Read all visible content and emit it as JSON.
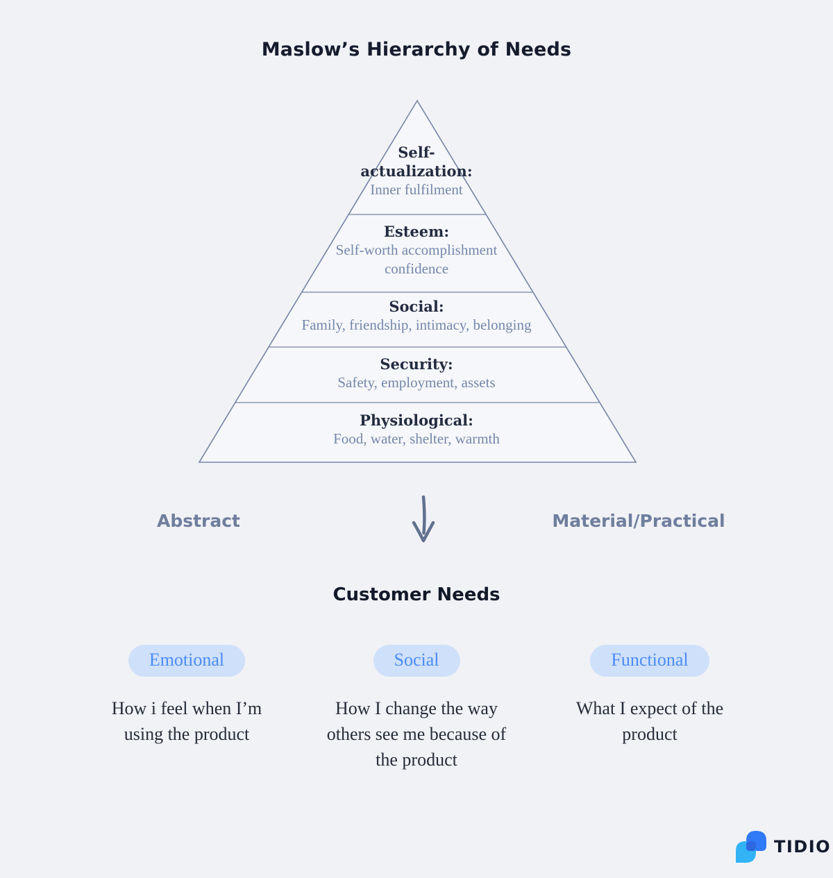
{
  "title": "Maslow’s Hierarchy of Needs",
  "pyramid": {
    "levels": [
      {
        "name": "Self-actualization:",
        "description": "Inner fulfilment"
      },
      {
        "name": "Esteem:",
        "description": "Self-worth accomplishment confidence"
      },
      {
        "name": "Social:",
        "description": "Family, friendship, intimacy, belonging"
      },
      {
        "name": "Security:",
        "description": "Safety, employment, assets"
      },
      {
        "name": "Physiological:",
        "description": "Food, water, shelter, warmth"
      }
    ]
  },
  "axis": {
    "left_label": "Abstract",
    "right_label": "Material/Practical"
  },
  "customer_needs": {
    "heading": "Customer Needs",
    "categories": [
      {
        "label": "Emotional",
        "description": "How i feel when I’m using the product"
      },
      {
        "label": "Social",
        "description": "How I change the way others see me because of the product"
      },
      {
        "label": "Functional",
        "description": "What I expect of the product"
      }
    ]
  },
  "branding": {
    "logo_text": "TIDIO"
  },
  "colors": {
    "background": "#f1f2f6",
    "pyramid_fill": "#f6f7fa",
    "pyramid_stroke": "#7484a5",
    "heading_text": "#151c2e",
    "level_name_text": "#232c40",
    "level_desc_text": "#7487aa",
    "axis_label_text": "#6f7e9d",
    "arrow": "#61718f",
    "pill_background": "#cfe0fa",
    "pill_text": "#4a8cf7",
    "description_text": "#262c38",
    "logo_blue": "#3079f7",
    "logo_cyan": "#31b3f5",
    "logo_overlap": "#2c67e0"
  }
}
